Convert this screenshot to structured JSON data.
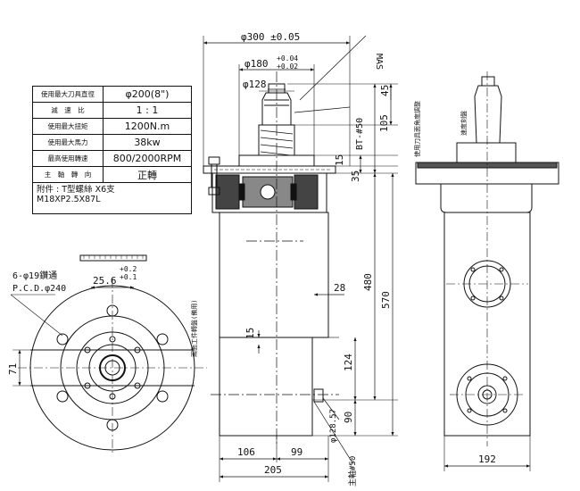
{
  "spec_table": {
    "rows": [
      {
        "label": "使用最大刀具直徑",
        "value": "φ200(8\")"
      },
      {
        "label": "減　速　比",
        "value": "1 : 1"
      },
      {
        "label": "使用最大扭矩",
        "value": "1200N.m"
      },
      {
        "label": "使用最大馬力",
        "value": "38kw"
      },
      {
        "label": "最高使用轉速",
        "value": "800/2000RPM"
      },
      {
        "label": "主　軸　轉　向",
        "value": "正轉"
      }
    ],
    "note_line1": "附件 : T型螺絲 X6支",
    "note_line2": "M18XP2.5X87L"
  },
  "front_view": {
    "dims": {
      "d300": "φ300 ±0.05",
      "d180": "φ180",
      "d180_tol_upper": "+0.04",
      "d180_tol_lower": "+0.02",
      "d128": "φ128",
      "h45": "45",
      "h105": "105",
      "h15_top": "15",
      "h35": "35",
      "h480": "480",
      "h570": "570",
      "w28": "28",
      "h15_mid": "15",
      "h124": "124",
      "h90": "90",
      "d128_57": "φ128.57",
      "w106": "106",
      "w99": "99",
      "w205": "205"
    },
    "labels": {
      "mas": "MAS",
      "bt50": "BT-#50",
      "spindle_50": "主軸#50",
      "side_note": "兩面工件轉盤(備用)"
    }
  },
  "bottom_view": {
    "dims": {
      "holes": "6-φ19鑽通",
      "pcd": "P.C.D.φ240",
      "w25_6": "25.6",
      "w25_6_tol_upper": "+0.2",
      "w25_6_tol_lower": "+0.1",
      "h71": "71"
    }
  },
  "side_view": {
    "dims": {
      "w192": "192"
    },
    "labels": {
      "scale_note": "速度刻盤",
      "adjust_note": "使用刀具面角度調整"
    }
  }
}
